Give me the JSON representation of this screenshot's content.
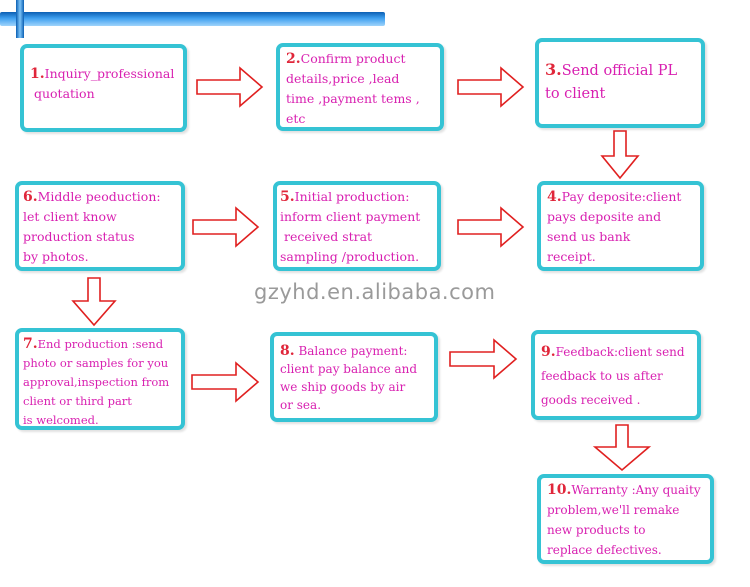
{
  "watermark": "gzyhd.en.alibaba.com",
  "steps": [
    {
      "num": "1.",
      "text": "Inquiry_professional\n quotation"
    },
    {
      "num": "2.",
      "text": "Confirm product\ndetails,price ,lead\ntime ,payment tems ,\netc"
    },
    {
      "num": "3.",
      "text": "Send official PL\nto client"
    },
    {
      "num": "4.",
      "text": "Pay deposite:client\npays deposite and\nsend us bank\nreceipt."
    },
    {
      "num": "5.",
      "text": "Initial production:\ninform client payment\n received strat\nsampling /production."
    },
    {
      "num": "6.",
      "text": "Middle peoduction:\nlet client know\nproduction status\nby photos."
    },
    {
      "num": "7.",
      "text": "End production :send\nphoto or samples for you\napproval,inspection from\nclient or third part\nis welcomed."
    },
    {
      "num": "8.",
      "text": " Balance payment:\nclient pay balance and\nwe ship goods by air\nor sea."
    },
    {
      "num": "9.",
      "text": "Feedback:client send\nfeedback to us after\ngoods received ."
    },
    {
      "num": "10.",
      "text": "Warranty :Any quaity\nproblem,we'll remake\nnew products to\nreplace defectives."
    }
  ],
  "colors": {
    "box_border": "#35c3d4",
    "text": "#d81fb0",
    "number": "#e0263a",
    "arrow_stroke": "#e02020",
    "top_bar": "#1e7fd6"
  }
}
